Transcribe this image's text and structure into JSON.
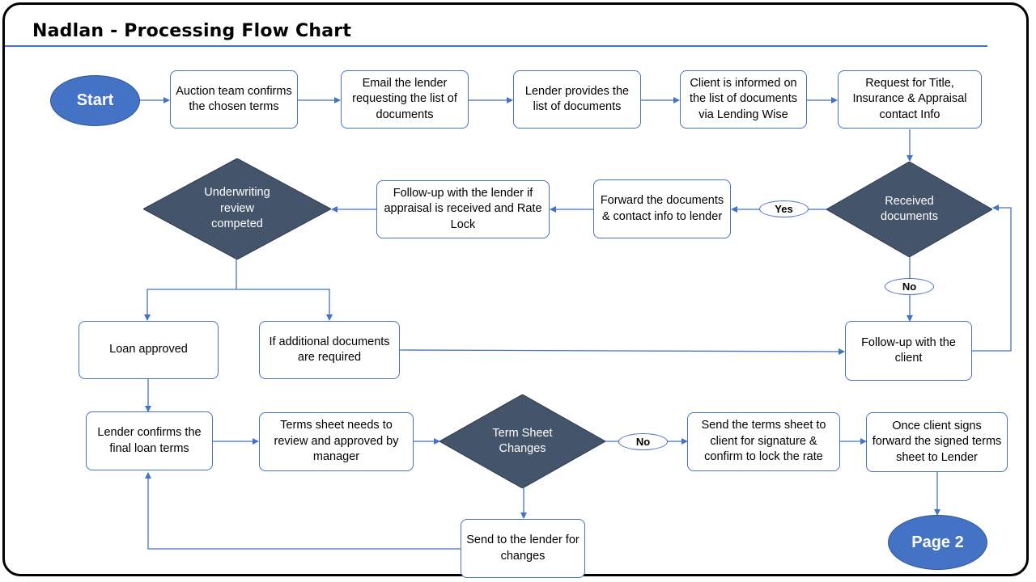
{
  "title": "Nadlan - Processing Flow Chart",
  "colors": {
    "accent": "#4472c4",
    "decision_fill": "#44546a",
    "terminal_fill": "#4472c4"
  },
  "nodes": {
    "start": "Start",
    "auction": "Auction team confirms the chosen terms",
    "email_lender": "Email the lender requesting the list of documents",
    "lender_provides": "Lender provides the list of documents",
    "client_informed": "Client is informed on the list of documents via Lending Wise",
    "request_title": "Request for Title, Insurance & Appraisal contact Info",
    "received_docs": "Received documents",
    "forward_docs": "Forward the documents & contact info to lender",
    "followup_lender": "Follow-up with the lender if appraisal is received and Rate Lock",
    "underwriting": "Underwriting review competed",
    "loan_approved": "Loan approved",
    "additional_docs": "If additional documents are required",
    "followup_client": "Follow-up with the client",
    "lender_confirms": "Lender confirms the final loan terms",
    "terms_review": "Terms sheet needs to review and approved by manager",
    "term_changes": "Term Sheet Changes",
    "send_terms": "Send the terms sheet to client for signature & confirm to lock the rate",
    "client_signs": "Once client signs forward the signed terms sheet to Lender",
    "send_changes": "Send to the lender for changes",
    "page2": "Page 2"
  },
  "labels": {
    "yes": "Yes",
    "no_received": "No",
    "no_terms": "No"
  }
}
